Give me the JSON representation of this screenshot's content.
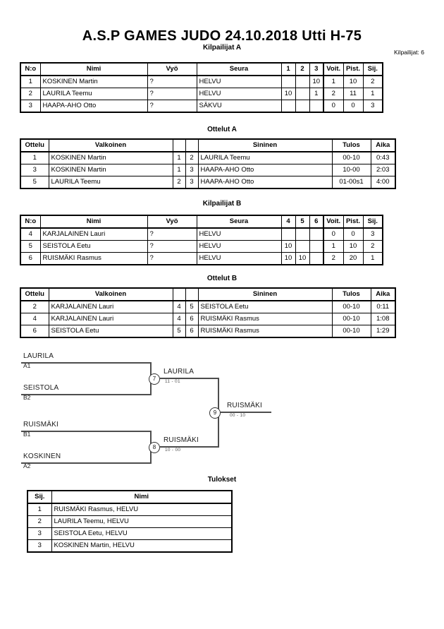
{
  "header": {
    "title": "A.S.P GAMES JUDO  24.10.2018  Utti   H-75",
    "competitor_count_label": "Kilpailijat: 6"
  },
  "sections": {
    "pool_a_caption": "Kilpailijat A",
    "matches_a_caption": "Ottelut A",
    "pool_b_caption": "Kilpailijat B",
    "matches_b_caption": "Ottelut B",
    "results_caption": "Tulokset"
  },
  "pool_a": {
    "headers": [
      "N:o",
      "Nimi",
      "Vyö",
      "Seura",
      "1",
      "2",
      "3",
      "Voit.",
      "Pist.",
      "Sij."
    ],
    "rows": [
      {
        "no": "1",
        "name": "KOSKINEN Martin",
        "belt": "?",
        "club": "HELVU",
        "m1": "",
        "m2": "",
        "m3": "10",
        "wins": "1",
        "points": "10",
        "rank": "2"
      },
      {
        "no": "2",
        "name": "LAURILA Teemu",
        "belt": "?",
        "club": "HELVU",
        "m1": "10",
        "m2": "",
        "m3": "1",
        "wins": "2",
        "points": "11",
        "rank": "1"
      },
      {
        "no": "3",
        "name": "HAAPA-AHO Otto",
        "belt": "?",
        "club": "SÄKVU",
        "m1": "",
        "m2": "",
        "m3": "",
        "wins": "0",
        "points": "0",
        "rank": "3"
      }
    ]
  },
  "matches_a": {
    "headers": [
      "Ottelu",
      "Valkoinen",
      "",
      "",
      "Sininen",
      "Tulos",
      "Aika"
    ],
    "rows": [
      {
        "match": "1",
        "white": "KOSKINEN Martin",
        "white_no": "1",
        "blue_no": "2",
        "blue": "LAURILA Teemu",
        "result": "00-10",
        "time": "0:43"
      },
      {
        "match": "3",
        "white": "KOSKINEN Martin",
        "white_no": "1",
        "blue_no": "3",
        "blue": "HAAPA-AHO Otto",
        "result": "10-00",
        "time": "2:03"
      },
      {
        "match": "5",
        "white": "LAURILA Teemu",
        "white_no": "2",
        "blue_no": "3",
        "blue": "HAAPA-AHO Otto",
        "result": "01-00s1",
        "time": "4:00"
      }
    ]
  },
  "pool_b": {
    "headers": [
      "N:o",
      "Nimi",
      "Vyö",
      "Seura",
      "4",
      "5",
      "6",
      "Voit.",
      "Pist.",
      "Sij."
    ],
    "rows": [
      {
        "no": "4",
        "name": "KARJALAINEN Lauri",
        "belt": "?",
        "club": "HELVU",
        "m1": "",
        "m2": "",
        "m3": "",
        "wins": "0",
        "points": "0",
        "rank": "3"
      },
      {
        "no": "5",
        "name": "SEISTOLA Eetu",
        "belt": "?",
        "club": "HELVU",
        "m1": "10",
        "m2": "",
        "m3": "",
        "wins": "1",
        "points": "10",
        "rank": "2"
      },
      {
        "no": "6",
        "name": "RUISMÄKI Rasmus",
        "belt": "?",
        "club": "HELVU",
        "m1": "10",
        "m2": "10",
        "m3": "",
        "wins": "2",
        "points": "20",
        "rank": "1"
      }
    ]
  },
  "matches_b": {
    "headers": [
      "Ottelu",
      "Valkoinen",
      "",
      "",
      "Sininen",
      "Tulos",
      "Aika"
    ],
    "rows": [
      {
        "match": "2",
        "white": "KARJALAINEN Lauri",
        "white_no": "4",
        "blue_no": "5",
        "blue": "SEISTOLA Eetu",
        "result": "00-10",
        "time": "0:11"
      },
      {
        "match": "4",
        "white": "KARJALAINEN Lauri",
        "white_no": "4",
        "blue_no": "6",
        "blue": "RUISMÄKI Rasmus",
        "result": "00-10",
        "time": "1:08"
      },
      {
        "match": "6",
        "white": "SEISTOLA Eetu",
        "white_no": "5",
        "blue_no": "6",
        "blue": "RUISMÄKI Rasmus",
        "result": "00-10",
        "time": "1:29"
      }
    ]
  },
  "bracket": {
    "entries": [
      {
        "name": "LAURILA",
        "seed": "A1"
      },
      {
        "name": "SEISTOLA",
        "seed": "B2"
      },
      {
        "name": "RUISMÄKI",
        "seed": "B1"
      },
      {
        "name": "KOSKINEN",
        "seed": "A2"
      }
    ],
    "nodes": [
      {
        "number": "7",
        "winner": "LAURILA",
        "score": "11 - 01"
      },
      {
        "number": "8",
        "winner": "RUISMÄKI",
        "score": "10 - 00"
      },
      {
        "number": "9",
        "winner": "RUISMÄKI",
        "score": "00 - 10"
      }
    ]
  },
  "results": {
    "headers": [
      "Sij.",
      "Nimi"
    ],
    "rows": [
      {
        "rank": "1",
        "name": "RUISMÄKI Rasmus, HELVU"
      },
      {
        "rank": "2",
        "name": "LAURILA Teemu, HELVU"
      },
      {
        "rank": "3",
        "name": "SEISTOLA Eetu, HELVU"
      },
      {
        "rank": "3",
        "name": "KOSKINEN Martin, HELVU"
      }
    ]
  }
}
